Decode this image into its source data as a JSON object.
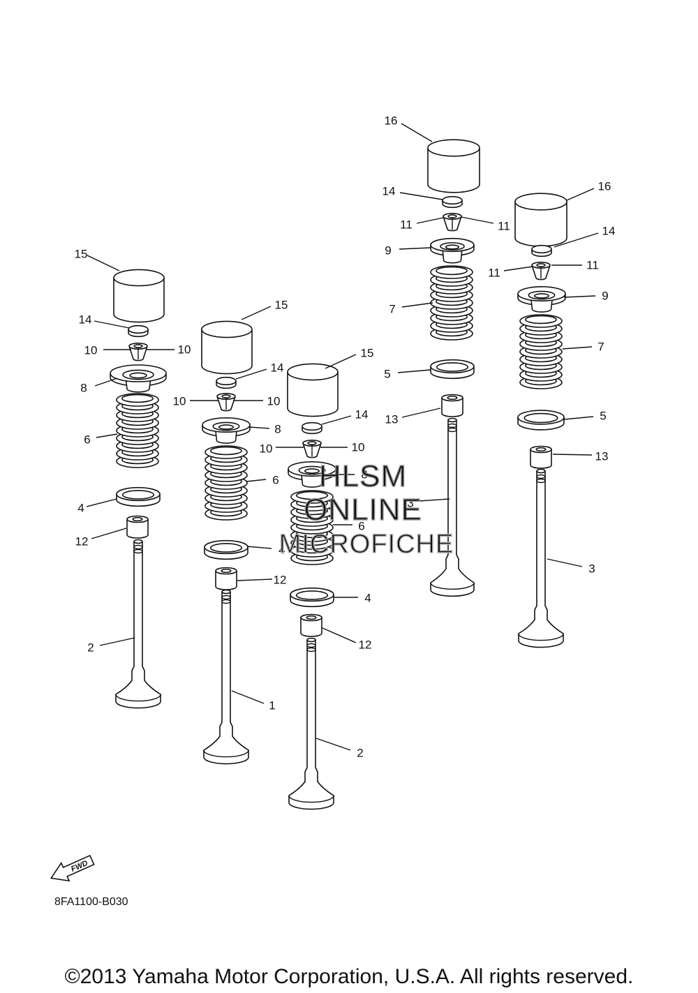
{
  "diagram": {
    "parts": [
      {
        "id": "p1",
        "ref": "1"
      },
      {
        "id": "p2",
        "ref": "2"
      },
      {
        "id": "p3",
        "ref": "3"
      },
      {
        "id": "p4",
        "ref": "4"
      },
      {
        "id": "p5",
        "ref": "5"
      },
      {
        "id": "p6",
        "ref": "6"
      },
      {
        "id": "p7",
        "ref": "7"
      },
      {
        "id": "p8",
        "ref": "8"
      },
      {
        "id": "p9",
        "ref": "9"
      },
      {
        "id": "p10",
        "ref": "10"
      },
      {
        "id": "p11",
        "ref": "11"
      },
      {
        "id": "p12",
        "ref": "12"
      },
      {
        "id": "p13",
        "ref": "13"
      },
      {
        "id": "p14",
        "ref": "14"
      },
      {
        "id": "p15",
        "ref": "15"
      },
      {
        "id": "p16",
        "ref": "16"
      }
    ],
    "forward_label": "FWD",
    "drawing_code": "8FA1100-B030",
    "copyright": "©2013 Yamaha Motor Corporation, U.S.A. All rights reserved.",
    "watermark": [
      "HLSM",
      "ONLINE",
      "MICROFICHE"
    ]
  }
}
